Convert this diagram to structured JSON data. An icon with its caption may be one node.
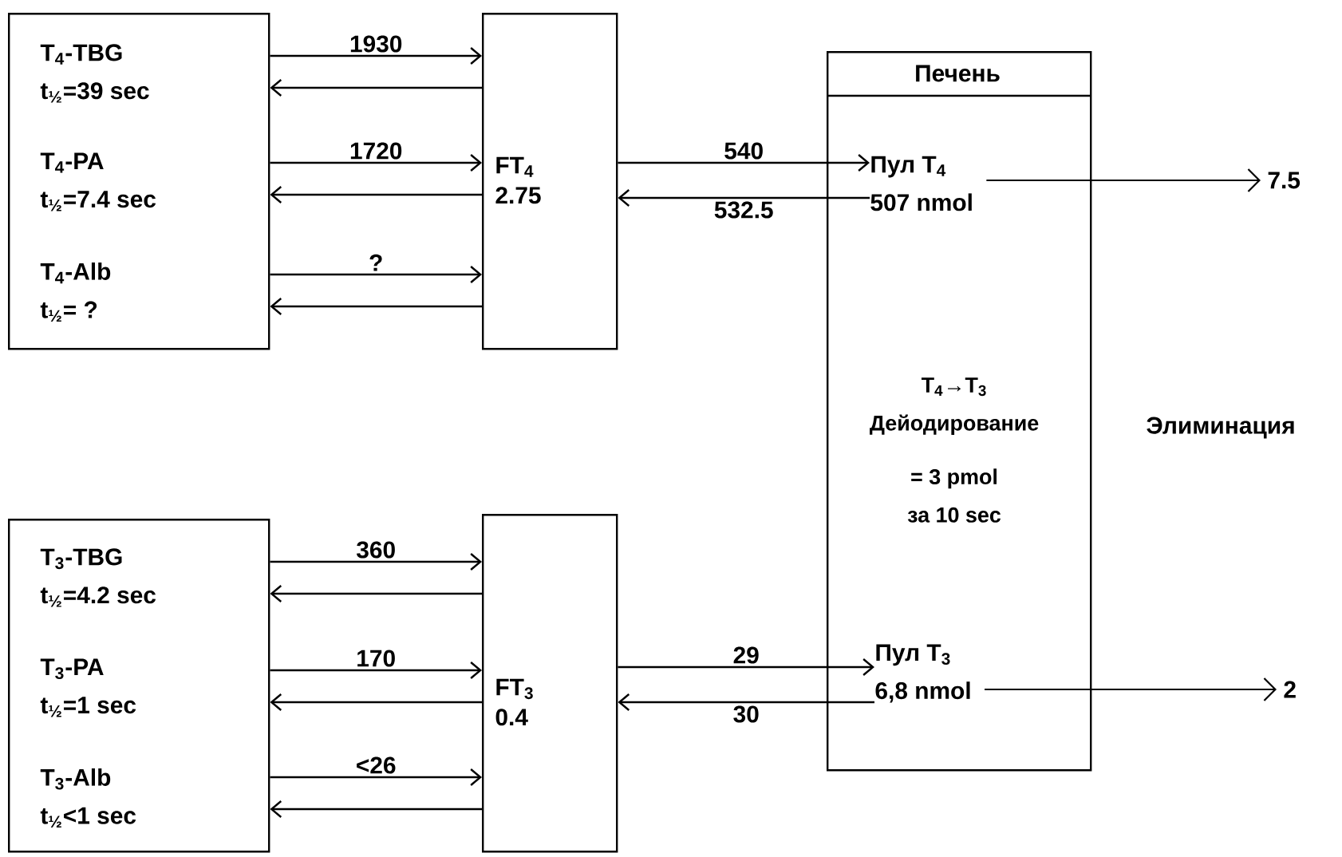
{
  "diagram": {
    "nodes": [
      {
        "text": [],
        "shape": "box"
      },
      {
        "text": [
          "T$_{4}$-TBG",
          "t$_{½}$=39 sec"
        ],
        "in": 0
      },
      {
        "text": [
          "T$_{4}$-PA",
          "t$_{½}$=7.4 sec"
        ],
        "in": 0
      },
      {
        "text": [
          "T$_{4}$-Alb",
          "t$_{½}$= ?"
        ],
        "in": 0
      },
      {
        "text": [
          "FT$_{4}$",
          "2.75"
        ]
      },
      {
        "text": [
          "Печень"
        ]
      },
      {
        "text": [
          "Пул T$_{4}$",
          "507 nmol"
        ],
        "in": 5
      },
      {
        "text": [
          "T$_{4}$→T$_{3}$",
          "Дейодирование",
          "= 3 pmol за 10 sec"
        ],
        "in": 5
      },
      {
        "text": [
          "Пул T$_{3}$",
          "6,8 nmol"
        ],
        "in": 5
      },
      {
        "text": [],
        "shape": "box"
      },
      {
        "text": [
          "T$_{3}$-TBG",
          "t$_{½}$=4.2 sec"
        ],
        "in": 9
      },
      {
        "text": [
          "T$_{3}$-PA",
          "t$_{½}$=1 sec"
        ],
        "in": 9
      },
      {
        "text": [
          "T$_{3}$-Alb",
          "t$_{½}$<1 sec"
        ],
        "in": 9
      },
      {
        "text": [
          "FT$_{3}$",
          "0.4"
        ]
      }
    ],
    "edges": [
      {
        "from": 0,
        "to": 4,
        "arrow": "to",
        "label": "1930"
      },
      {
        "from": 4,
        "to": 0,
        "arrow": "to"
      },
      {
        "from": 0,
        "to": 4,
        "arrow": "to",
        "label": "1720"
      },
      {
        "from": 4,
        "to": 0,
        "arrow": "to"
      },
      {
        "from": 0,
        "to": 4,
        "arrow": "to",
        "label": "?"
      },
      {
        "from": 4,
        "to": 0,
        "arrow": "to"
      },
      {
        "from": 4,
        "to": 6,
        "arrow": "to",
        "label": "540"
      },
      {
        "from": 6,
        "to": 4,
        "arrow": "to",
        "label": "532.5"
      },
      {
        "from": 6,
        "to": null,
        "arrow": "to",
        "label": "7.5"
      },
      {
        "from": 9,
        "to": 13,
        "arrow": "to",
        "label": "360"
      },
      {
        "from": 13,
        "to": 9,
        "arrow": "to"
      },
      {
        "from": 9,
        "to": 13,
        "arrow": "to",
        "label": "170"
      },
      {
        "from": 13,
        "to": 9,
        "arrow": "to"
      },
      {
        "from": 9,
        "to": 13,
        "arrow": "to",
        "label": "<26"
      },
      {
        "from": 13,
        "to": 9,
        "arrow": "to"
      },
      {
        "from": 13,
        "to": 8,
        "arrow": "to",
        "label": "29"
      },
      {
        "from": 8,
        "to": 13,
        "arrow": "to",
        "label": "30"
      },
      {
        "from": 8,
        "to": null,
        "arrow": "to",
        "label": "2"
      }
    ],
    "labels": [
      "Элиминация"
    ]
  }
}
